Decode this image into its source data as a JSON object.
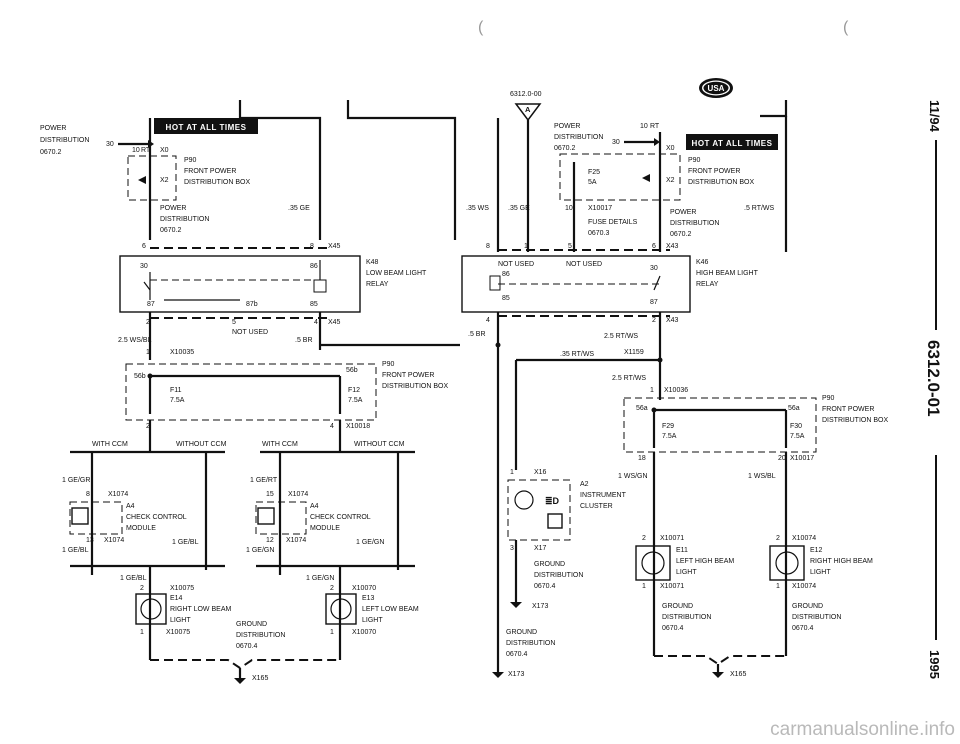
{
  "page_side": {
    "date": "11/94",
    "doc_number": "6312.0-01",
    "year": "1995"
  },
  "usa_badge": "USA",
  "watermark": "carmanualsonline.info",
  "hot_at_all_times": "HOT AT ALL TIMES",
  "left": {
    "power_dist_title": [
      "POWER",
      "DISTRIBUTION",
      "0670.2"
    ],
    "pin_30": "30",
    "pin_10": "10",
    "rt": "RT",
    "x0": "X0",
    "p90": "P90",
    "front_power": "FRONT POWER",
    "dist_box": "DISTRIBUTION BOX",
    "x2": "X2",
    "power": "POWER",
    "distribution": "DISTRIBUTION",
    "code_0670_2": "0670.2",
    "wire_35ge": ".35 GE",
    "pin_6": "6",
    "pin_8": "8",
    "x45": "X45",
    "pin_30b": "30",
    "pin_86": "86",
    "k48": "K48",
    "low_beam_relay": "LOW BEAM LIGHT",
    "relay": "RELAY",
    "pin_87": "87",
    "pin_87b": "87b",
    "pin_85": "85",
    "pin_2": "2",
    "pin_5": "5",
    "pin_4": "4",
    "x45b": "X45",
    "not_used": "NOT USED",
    "wire_25wsbl": "2.5 WS/BL",
    "wire_5br": ".5 BR",
    "pin_1": "1",
    "x10035": "X10035",
    "p90b": "P90",
    "front_power_b": "FRONT POWER",
    "dist_box_b": "DISTRIBUTION BOX",
    "pin_56b": "56b",
    "pin_56b_2": "56b",
    "f11": "F11",
    "f11_amp": "7.5A",
    "f12": "F12",
    "f12_amp": "7.5A",
    "pin_2b": "2",
    "pin_4b": "4",
    "x10018": "X10018",
    "with_ccm": "WITH CCM",
    "without_ccm": "WITHOUT CCM",
    "with_ccm2": "WITH CCM",
    "without_ccm2": "WITHOUT CCM",
    "wire_1gegr": "1 GE/GR",
    "wire_1gert": "1 GE/RT",
    "pin_8b": "8",
    "x1074a": "X1074",
    "pin_15": "15",
    "x1074b": "X1074",
    "a4": "A4",
    "check_control": "CHECK CONTROL",
    "module": "MODULE",
    "a4b": "A4",
    "check_control_b": "CHECK CONTROL",
    "module_b": "MODULE",
    "pin_13": "13",
    "x1074c": "X1074",
    "pin_12": "12",
    "x1074d": "X1074",
    "wire_1gebl": "1 GE/BL",
    "wire_1gebl2": "1 GE/BL",
    "wire_1gegn": "1 GE/GN",
    "wire_1gegn2": "1 GE/GN",
    "wire_1gebl3": "1 GE/BL",
    "wire_1gegn3": "1 GE/GN",
    "pin_2c": "2",
    "x10075": "X10075",
    "pin_2d": "2",
    "x10070": "X10070",
    "e14": "E14",
    "right_low_beam": "RIGHT LOW BEAM",
    "light": "LIGHT",
    "e13": "E13",
    "left_low_beam": "LEFT LOW BEAM",
    "light_b": "LIGHT",
    "ground": "GROUND",
    "pin_1b": "1",
    "x10075b": "X10075",
    "distribution_g": "DISTRIBUTION",
    "pin_1c": "1",
    "x10070b": "X10070",
    "code_0670_4": "0670.4",
    "x165": "X165"
  },
  "right": {
    "ref": "6312.0-00",
    "a_marker": "A",
    "power": "POWER",
    "distribution": "DISTRIBUTION",
    "code_0670_2": "0670.2",
    "pin_30": "30",
    "pin_10": "10",
    "rt": "RT",
    "x0": "X0",
    "p90": "P90",
    "front_power": "FRONT POWER",
    "dist_box": "DISTRIBUTION BOX",
    "f25": "F25",
    "f25_amp": "5A",
    "x2": "X2",
    "wire_35ws": ".35 WS",
    "wire_35ge": ".35 GE",
    "pin_10b": "10",
    "x10017": "X10017",
    "fuse_details": "FUSE DETAILS",
    "code_0670_3": "0670.3",
    "power_b": "POWER",
    "distribution_b": "DISTRIBUTION",
    "code_0670_2b": "0670.2",
    "wire_5rtws": ".5 RT/WS",
    "pin_8": "8",
    "pin_1": "1",
    "pin_5": "5",
    "pin_6": "6",
    "x43": "X43",
    "not_used_a": "NOT USED",
    "not_used_b": "NOT USED",
    "pin_86": "86",
    "pin_30b": "30",
    "k46": "K46",
    "high_beam_relay": "HIGH BEAM LIGHT",
    "relay": "RELAY",
    "pin_85": "85",
    "pin_87": "87",
    "pin_4": "4",
    "pin_2": "2",
    "x43b": "X43",
    "wire_5br": ".5 BR",
    "wire_25rtws": "2.5 RT/WS",
    "wire_35rtws": ".35 RT/WS",
    "x1159": "X1159",
    "wire_25rtws2": "2.5 RT/WS",
    "pin_1b": "1",
    "x10036": "X10036",
    "pin_56a": "56a",
    "pin_56a_2": "56a",
    "p90b": "P90",
    "front_power_b": "FRONT POWER",
    "dist_box_b": "DISTRIBUTION BOX",
    "f29": "F29",
    "f29_amp": "7.5A",
    "f30": "F30",
    "f30_amp": "7.5A",
    "pin_18": "18",
    "pin_20": "20",
    "x10017b": "X10017",
    "pin_1c": "1",
    "x16": "X16",
    "a2": "A2",
    "instrument": "INSTRUMENT",
    "cluster": "CLUSTER",
    "wire_1wsgn": "1 WS/GN",
    "wire_1wsbl": "1 WS/BL",
    "pin_3": "3",
    "x17": "X17",
    "ground": "GROUND",
    "distribution_g": "DISTRIBUTION",
    "code_0670_4": "0670.4",
    "x173": "X173",
    "ground2": "GROUND",
    "distribution_g2": "DISTRIBUTION",
    "code_0670_4b": "0670.4",
    "x173b": "X173",
    "pin_2c": "2",
    "x10071": "X10071",
    "e11": "E11",
    "left_high_beam": "LEFT HIGH BEAM",
    "light": "LIGHT",
    "pin_1d": "1",
    "x10071b": "X10071",
    "pin_2d": "2",
    "x10074": "X10074",
    "e12": "E12",
    "right_high_beam": "RIGHT HIGH BEAM",
    "light_b": "LIGHT",
    "pin_1e": "1",
    "x10074b": "X10074",
    "ground_a": "GROUND",
    "distribution_a": "DISTRIBUTION",
    "code_a": "0670.4",
    "ground_b": "GROUND",
    "distribution_bb": "DISTRIBUTION",
    "code_b": "0670.4",
    "x165": "X165"
  }
}
